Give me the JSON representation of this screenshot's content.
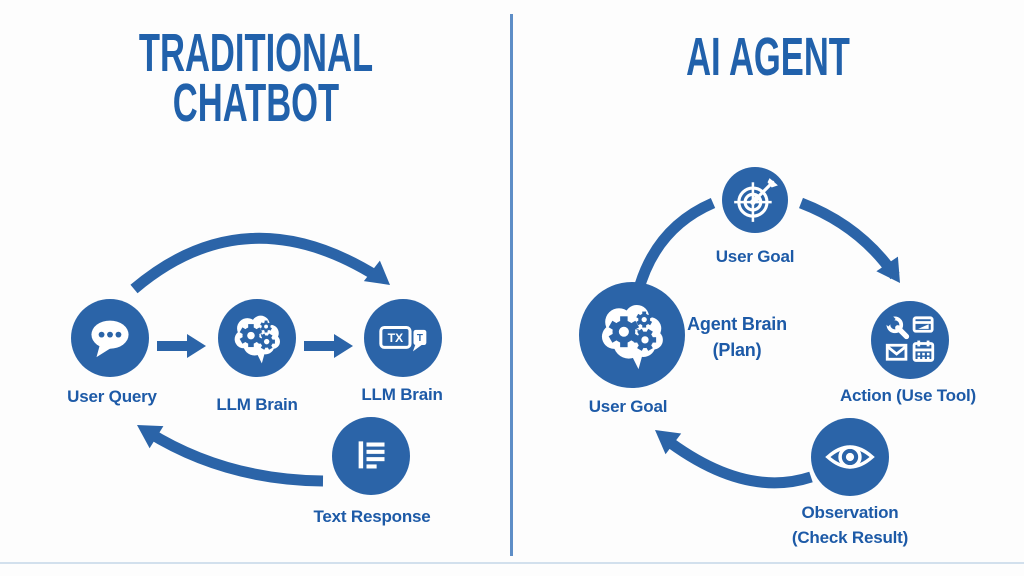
{
  "colors": {
    "primary_blue": "#2b64a8",
    "text_blue": "#1d5aa7",
    "title_blue": "#2161ab",
    "divider_blue": "#5e8ec7",
    "background": "#ffffff"
  },
  "left_panel": {
    "title_line1": "TRADITIONAL",
    "title_line2": "CHATBOT",
    "nodes": {
      "user_query": {
        "label": "User Query",
        "icon": "speech-bubble-icon"
      },
      "llm_brain": {
        "label": "LLM Brain",
        "icon": "brain-gears-icon"
      },
      "llm_output": {
        "label": "LLM Brain",
        "icon": "txt-icon"
      },
      "text_response": {
        "label": "Text Response",
        "icon": "document-lines-icon"
      }
    }
  },
  "right_panel": {
    "title": "AI AGENT",
    "agent_brain_caption_line1": "Agent Brain",
    "agent_brain_caption_line2": "(Plan)",
    "nodes": {
      "user_goal_top": {
        "label": "User Goal",
        "icon": "target-dart-icon"
      },
      "agent_brain": {
        "label": "User Goal",
        "icon": "brain-gears-icon"
      },
      "action": {
        "label": "Action (Use Tool)",
        "icon": "tools-grid-icon"
      },
      "observation": {
        "label_line1": "Observation",
        "label_line2": "(Check Result)",
        "icon": "eye-icon"
      }
    }
  },
  "icons": {
    "txt_icon_text_large": "TX",
    "txt_icon_text_small": "T"
  }
}
